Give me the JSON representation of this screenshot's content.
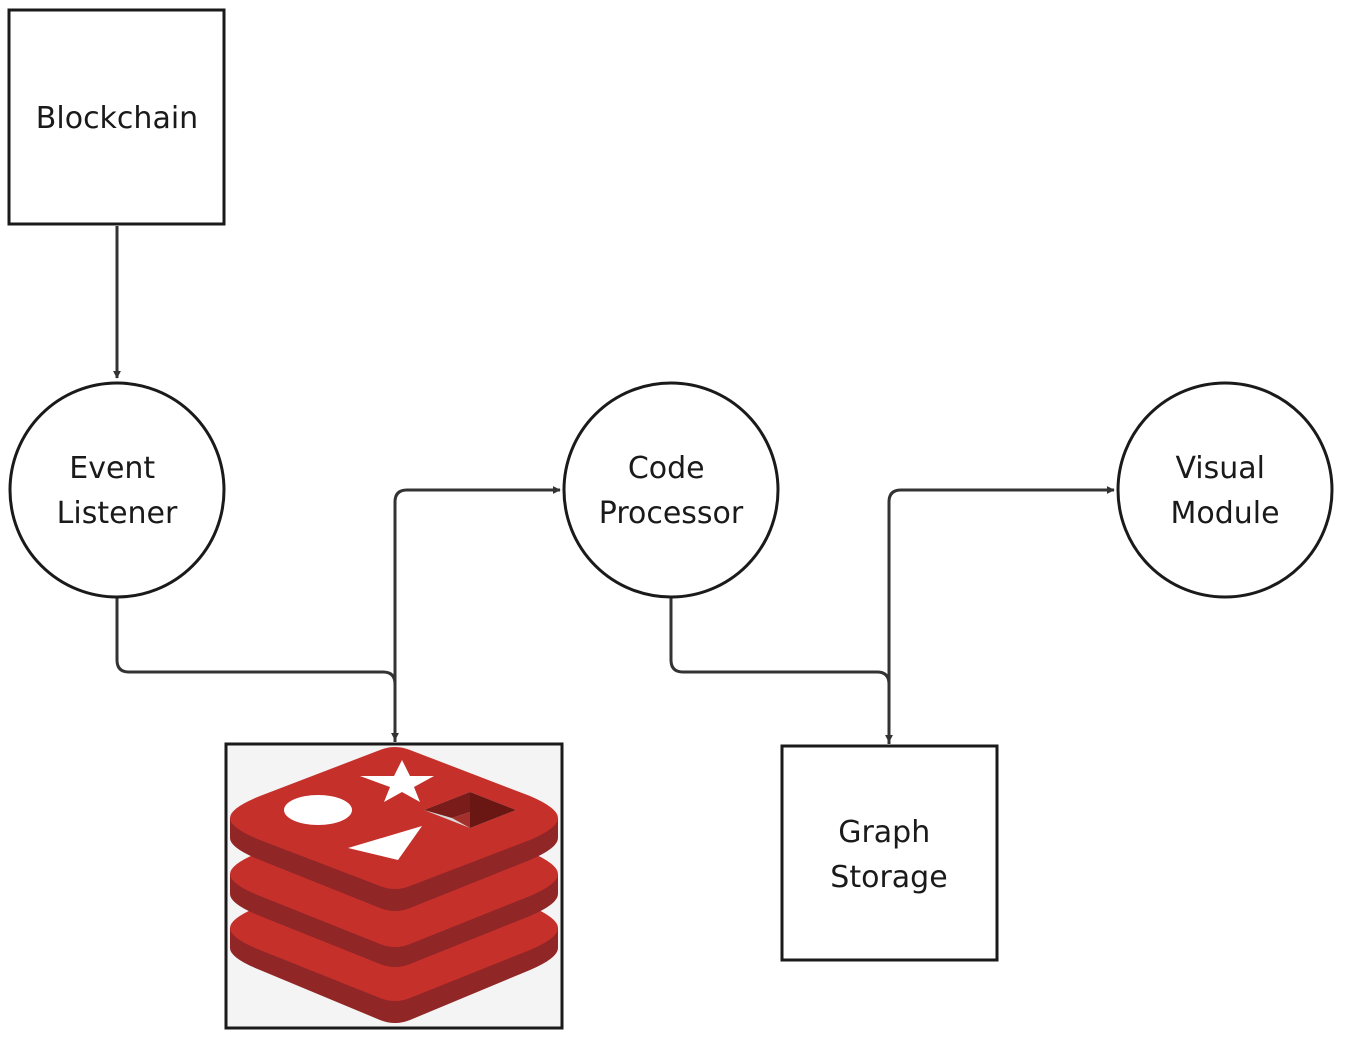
{
  "nodes": {
    "blockchain": {
      "lines": [
        "Blockchain"
      ]
    },
    "event_listener": {
      "lines": [
        "Event",
        "Listener"
      ]
    },
    "code_processor": {
      "lines": [
        "Code",
        "Processor"
      ]
    },
    "visual_module": {
      "lines": [
        "Visual",
        "Module"
      ]
    },
    "graph_storage": {
      "lines": [
        "Graph",
        "Storage"
      ]
    },
    "redis": {
      "icon": "redis-logo-icon"
    }
  },
  "edges": [
    {
      "from": "blockchain",
      "to": "event_listener"
    },
    {
      "from": "event_listener",
      "to": "redis"
    },
    {
      "from": "redis",
      "to": "code_processor"
    },
    {
      "from": "code_processor",
      "to": "graph_storage"
    },
    {
      "from": "graph_storage",
      "to": "visual_module"
    }
  ],
  "colors": {
    "stroke": "#1a1a1a",
    "edge": "#333333",
    "redis_red": "#c6302b",
    "redis_dark": "#912626",
    "redis_bg": "#f4f4f4"
  }
}
